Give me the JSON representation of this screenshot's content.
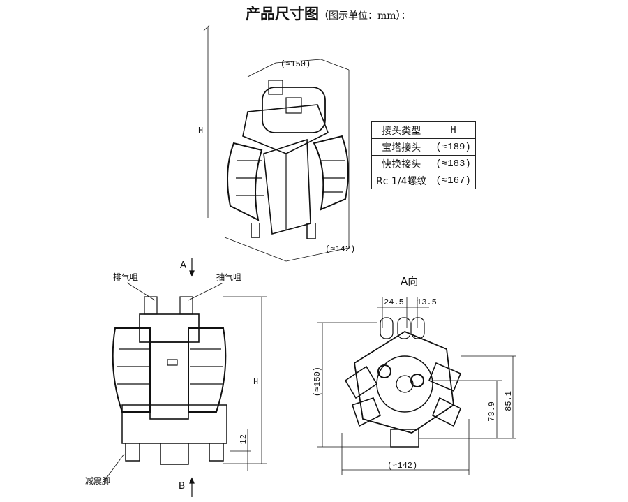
{
  "title": {
    "main": "产品尺寸图",
    "sub": "（图示单位：mm）："
  },
  "iso_view": {
    "width_label": "(≈150)",
    "depth_label": "(≈142)",
    "height_label": "H"
  },
  "table": {
    "headers": [
      "接头类型",
      "H"
    ],
    "rows": [
      [
        "宝塔接头",
        "(≈189)"
      ],
      [
        "快换接头",
        "(≈183)"
      ],
      [
        "Rc 1/4螺纹",
        "(≈167)"
      ]
    ]
  },
  "front_view": {
    "arrow_a": "A",
    "arrow_b": "B",
    "exhaust_label": "排气咀",
    "suction_label": "抽气咀",
    "foot_label": "减震脚",
    "height_label": "H",
    "foot_height": "12"
  },
  "a_view": {
    "title": "A向",
    "dim_left": "24.5",
    "dim_right": "13.5",
    "height_label": "(≈150)",
    "width_label": "(≈142)",
    "dim_739": "73.9",
    "dim_851": "85.1"
  }
}
